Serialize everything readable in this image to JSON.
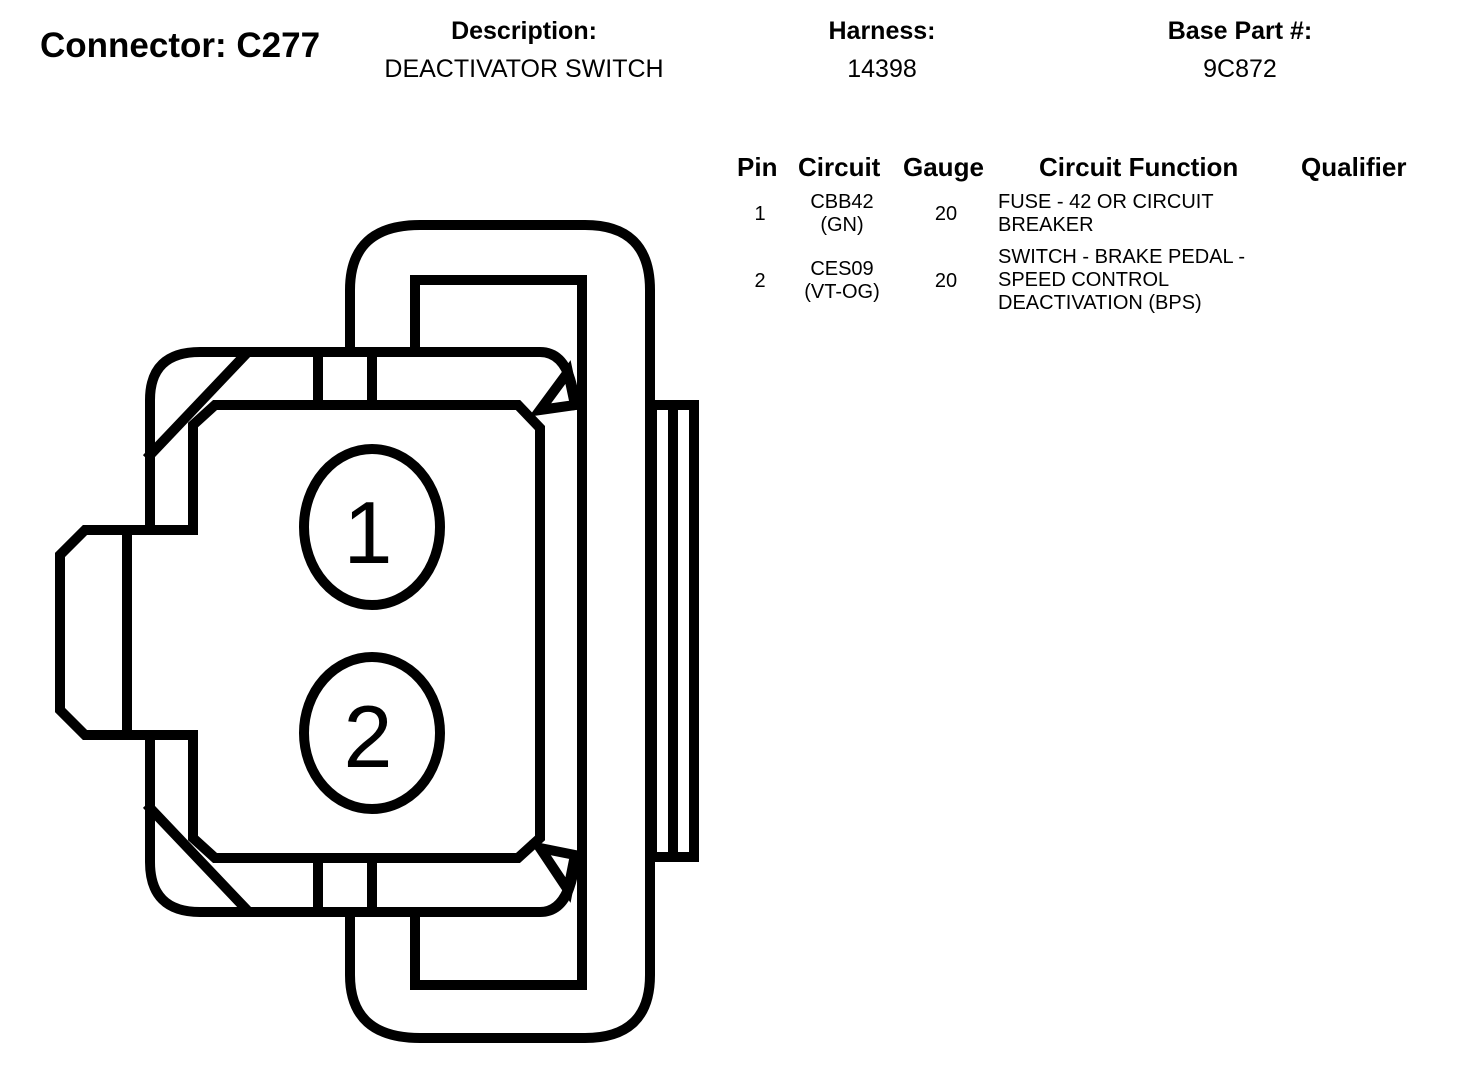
{
  "header": {
    "connector_label": "Connector: C277",
    "description_label": "Description:",
    "description_value": "DEACTIVATOR SWITCH",
    "harness_label": "Harness:",
    "harness_value": "14398",
    "base_part_label": "Base Part #:",
    "base_part_value": "9C872"
  },
  "table": {
    "columns": [
      "Pin",
      "Circuit",
      "Gauge",
      "Circuit Function",
      "Qualifier"
    ],
    "rows": [
      {
        "pin": "1",
        "circuit_line1": "CBB42",
        "circuit_line2": "(GN)",
        "gauge": "20",
        "function_line1": "FUSE - 42 OR CIRCUIT",
        "function_line2": "BREAKER",
        "function_line3": "",
        "qualifier": ""
      },
      {
        "pin": "2",
        "circuit_line1": "CES09",
        "circuit_line2": "(VT-OG)",
        "gauge": "20",
        "function_line1": "SWITCH - BRAKE PEDAL -",
        "function_line2": "SPEED CONTROL",
        "function_line3": "DEACTIVATION (BPS)",
        "qualifier": ""
      }
    ]
  },
  "diagram": {
    "pins": [
      "1",
      "2"
    ],
    "stroke_color": "#000000"
  }
}
